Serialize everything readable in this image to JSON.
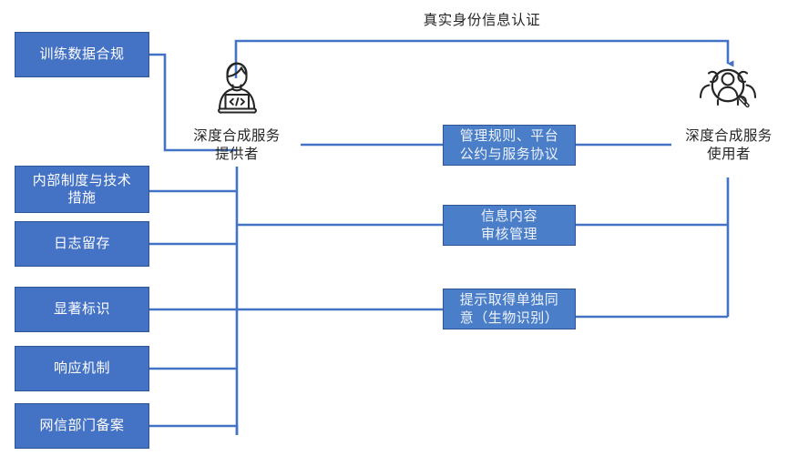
{
  "diagram": {
    "title_flow_label": "真实身份信息认证",
    "accent_box_fill": "#4472c4",
    "accent_box_border": "#2f5597",
    "mid_box_fill": "#4a7ec8",
    "line_color": "#4472c4",
    "icon_color": "#262626",
    "background": "#ffffff"
  },
  "actors": [
    {
      "id": "provider",
      "icon": "person-with-laptop-icon",
      "label": "深度合成服务\n提供者"
    },
    {
      "id": "user",
      "icon": "people-search-magnifier-icon",
      "label": "深度合成服务\n使用者"
    }
  ],
  "obligations": [
    {
      "label": "训练数据合规"
    },
    {
      "label": "内部制度与技术\n措施"
    },
    {
      "label": "日志留存"
    },
    {
      "label": "显著标识"
    },
    {
      "label": "响应机制"
    },
    {
      "label": "网信部门备案"
    }
  ],
  "interactions": [
    {
      "label": "管理规则、平台\n公约与服务协议"
    },
    {
      "label": "信息内容\n审核管理"
    },
    {
      "label": "提示取得单独同\n意（生物识别）"
    }
  ]
}
